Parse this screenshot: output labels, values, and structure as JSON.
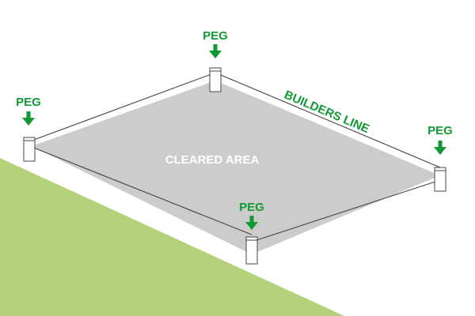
{
  "labels": {
    "peg_top": "PEG",
    "peg_left": "PEG",
    "peg_right": "PEG",
    "peg_bottom": "PEG",
    "cleared_area": "CLEARED AREA",
    "builders_line": "BUILDERS LINE"
  },
  "colors": {
    "grass": "#b3d27b",
    "cleared_area": "#cccccc",
    "accent_green": "#119933",
    "peg_stroke": "#444444",
    "string_line": "#444444"
  }
}
